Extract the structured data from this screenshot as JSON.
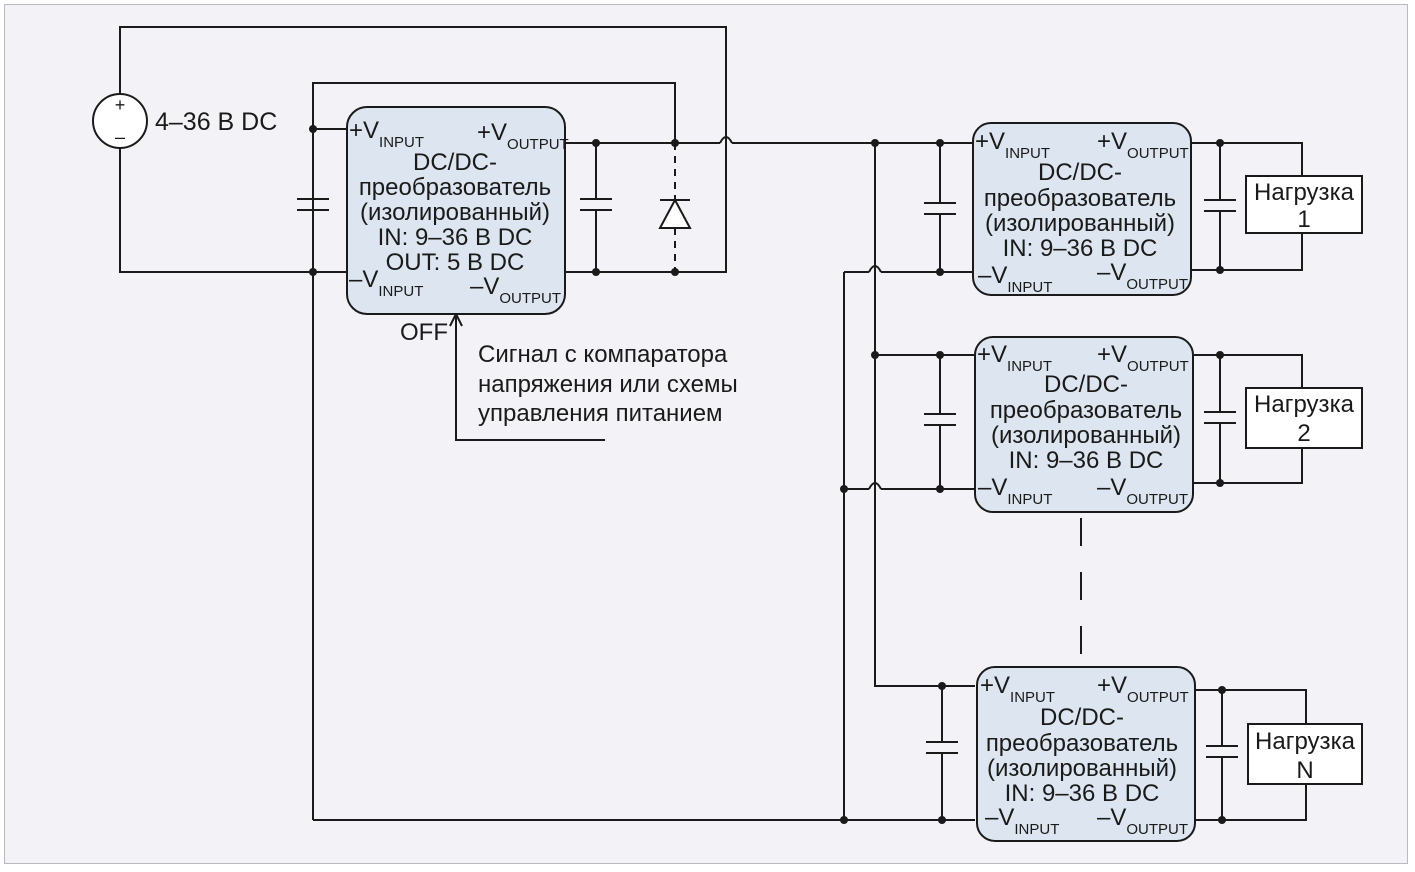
{
  "source": {
    "label": "4–36 В DC",
    "plus": "+",
    "minus": "–"
  },
  "main_converter": {
    "pin_in_plus": "+V",
    "pin_in_minus": "–V",
    "pin_out_plus": "+V",
    "pin_out_minus": "–V",
    "sub_input": "INPUT",
    "sub_output": "OUTPUT",
    "lines": [
      "DC/DC-",
      "преобразователь",
      "(изолированный)",
      "IN: 9–36 В DC",
      "OUT: 5 В DC"
    ],
    "off_label": "OFF"
  },
  "signal_note": [
    "Сигнал с компаратора",
    "напряжения или схемы",
    "управления питанием"
  ],
  "converters": [
    {
      "pin_in_plus": "+V",
      "pin_in_minus": "–V",
      "pin_out_plus": "+V",
      "pin_out_minus": "–V",
      "sub_input": "INPUT",
      "sub_output": "OUTPUT",
      "lines": [
        "DC/DC-",
        "преобразователь",
        "(изолированный)",
        "IN: 9–36 В DC"
      ],
      "load": [
        "Нагрузка",
        "1"
      ]
    },
    {
      "pin_in_plus": "+V",
      "pin_in_minus": "–V",
      "pin_out_plus": "+V",
      "pin_out_minus": "–V",
      "sub_input": "INPUT",
      "sub_output": "OUTPUT",
      "lines": [
        "DC/DC-",
        "преобразователь",
        "(изолированный)",
        "IN: 9–36 В DC"
      ],
      "load": [
        "Нагрузка",
        "2"
      ]
    },
    {
      "pin_in_plus": "+V",
      "pin_in_minus": "–V",
      "pin_out_plus": "+V",
      "pin_out_minus": "–V",
      "sub_input": "INPUT",
      "sub_output": "OUTPUT",
      "lines": [
        "DC/DC-",
        "преобразователь",
        "(изолированный)",
        "IN: 9–36 В DC"
      ],
      "load": [
        "Нагрузка",
        "N"
      ]
    }
  ],
  "colors": {
    "panel_bg": "#f2f2f7",
    "converter_fill": "#dde6f0",
    "wire": "#1a1a1a"
  }
}
